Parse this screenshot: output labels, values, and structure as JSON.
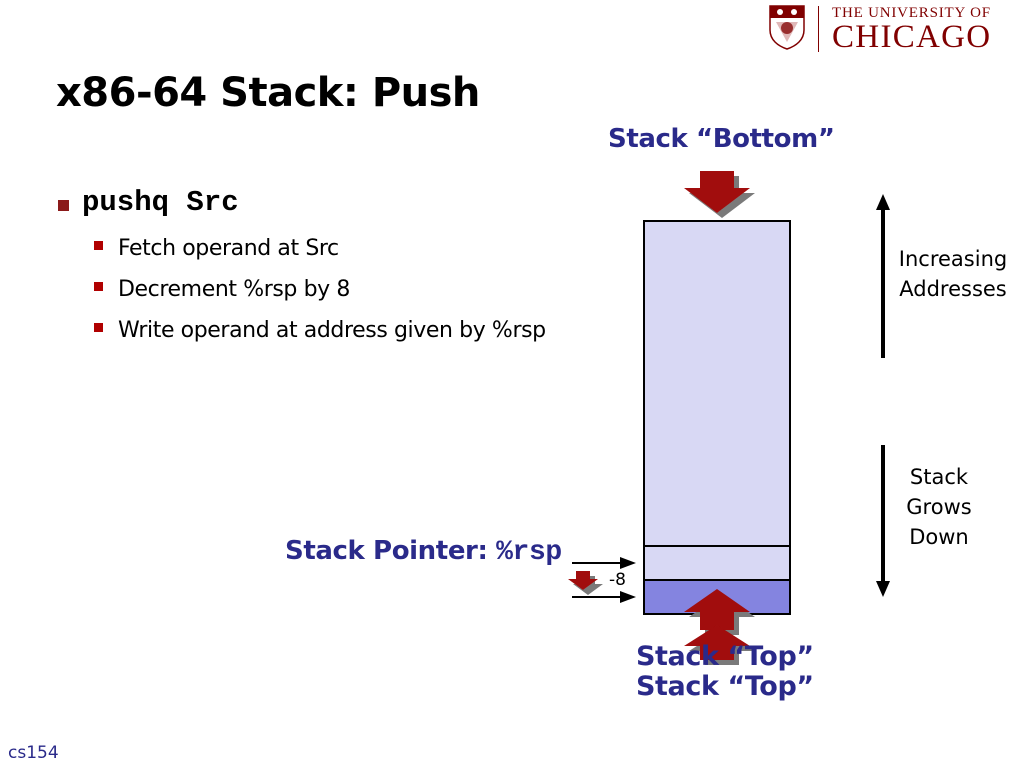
{
  "logo": {
    "line1": "THE UNIVERSITY OF",
    "line2": "CHICAGO"
  },
  "slide": {
    "title": "x86-64 Stack: Push"
  },
  "bullets": {
    "main": "pushq Src",
    "sub": [
      "Fetch operand at Src",
      "Decrement %rsp by 8",
      "Write operand at address given by %rsp"
    ]
  },
  "diagram": {
    "stack_bottom_label": "Stack “Bottom”",
    "stack_pointer_label": "Stack Pointer: ",
    "stack_pointer_register": "%rsp",
    "offset_label": "-8",
    "stack_top_label_1": "Stack “Top”",
    "stack_top_label_2": "Stack “Top”",
    "increasing_line1": "Increasing",
    "increasing_line2": "Addresses",
    "grows_line1": "Stack",
    "grows_line2": "Grows",
    "grows_line3": "Down"
  },
  "footer": {
    "course": "cs154"
  },
  "colors": {
    "maroon": "#800000",
    "label_blue": "#2a2a8a",
    "stack_fill": "#d8d8f4",
    "stack_top_fill": "#8484e0",
    "arrow_red": "#a10d0d"
  }
}
